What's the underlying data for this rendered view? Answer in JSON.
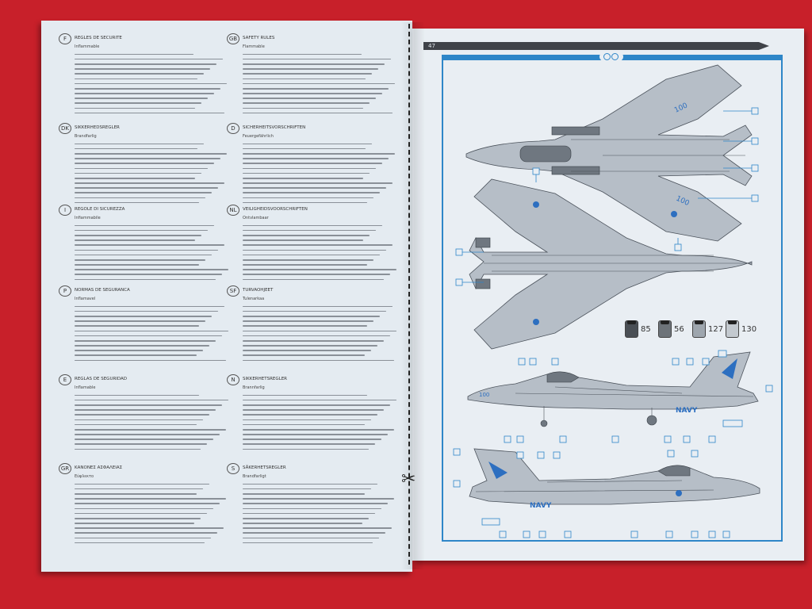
{
  "booklet": {
    "right_page_number": "47"
  },
  "left_page": {
    "column_a": [
      {
        "lang_code": "F",
        "heading": "REGLES DE SECURITE",
        "sub": "Inflammable",
        "lines": 13
      },
      {
        "lang_code": "DK",
        "heading": "SIKKERHEDSREGLER",
        "sub": "Brandfarlig",
        "lines": 13
      },
      {
        "lang_code": "I",
        "heading": "REGOLE DI SICUREZZA",
        "sub": "Infiammabile",
        "lines": 12
      },
      {
        "lang_code": "P",
        "heading": "NORMAS DE SEGURANCA",
        "sub": "Inflamavel",
        "lines": 12
      },
      {
        "lang_code": "E",
        "heading": "REGLAS DE SEGURIDAD",
        "sub": "Inflamable",
        "lines": 12
      },
      {
        "lang_code": "GR",
        "heading": "ΚΑΝΟΝΕΣ ΑΣΦΑΛΕΙΑΣ",
        "sub": "Εύφλεκτο",
        "lines": 13
      }
    ],
    "column_b": [
      {
        "lang_code": "GB",
        "heading": "SAFETY RULES",
        "sub": "Flammable",
        "lines": 13
      },
      {
        "lang_code": "D",
        "heading": "SICHERHEITSVORSCHRIFTEN",
        "sub": "Feuergefährlich",
        "lines": 13
      },
      {
        "lang_code": "NL",
        "heading": "VEILIGHEIDSVOORSCHRIFTEN",
        "sub": "Ontvlambaar",
        "lines": 12
      },
      {
        "lang_code": "SF",
        "heading": "TURVAOHJEET",
        "sub": "Tulenarkaa",
        "lines": 12
      },
      {
        "lang_code": "N",
        "heading": "SIKKERHETSREGLER",
        "sub": "Brannfarlig",
        "lines": 12
      },
      {
        "lang_code": "S",
        "heading": "SÄKERHETSREGLER",
        "sub": "Brandfarligt",
        "lines": 13
      }
    ]
  },
  "right_page": {
    "paint_swatches": [
      {
        "number": "85",
        "color": "#4a4f55"
      },
      {
        "number": "56",
        "color": "#6d7379"
      },
      {
        "number": "127",
        "color": "#9ea6ae"
      },
      {
        "number": "130",
        "color": "#c3c9cf"
      }
    ],
    "markings": {
      "nose_number": "100",
      "tail_text": "NAVY",
      "wing_number": "100"
    }
  }
}
